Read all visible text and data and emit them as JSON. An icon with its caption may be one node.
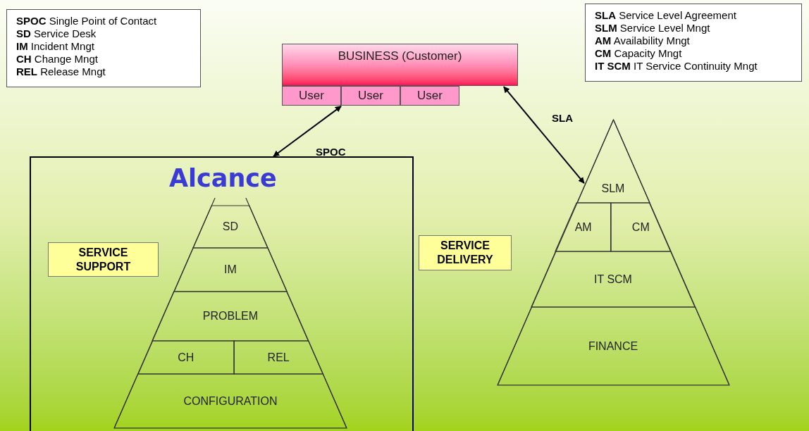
{
  "diagram": {
    "nodes": [
      {
        "text": [
          "**SPOC** Single Point of Contact",
          "**SD** Service Desk",
          "**IM** Incident Mngt",
          "**CH** Change Mngt",
          "**REL** Release Mngt"
        ]
      },
      {
        "text": [
          "**SLA** Service Level Agreement",
          "**SLM** Service Level Mngt",
          "**AM** Availability Mngt",
          "**CM** Capacity Mngt",
          "**IT SCM** IT Service Continuity Mngt"
        ]
      },
      {
        "text": [
          "BUSINESS (Customer)"
        ]
      },
      {
        "text": [
          "User"
        ]
      },
      {
        "text": [
          "User"
        ]
      },
      {
        "text": [
          "User"
        ]
      },
      {
        "text": [
          "Alcance"
        ]
      },
      {
        "text": [
          "SERVICE SUPPORT"
        ],
        "in": 6
      },
      {
        "text": [],
        "shape": "triangle",
        "in": 6
      },
      {
        "text": [
          "SD"
        ],
        "in": 8
      },
      {
        "text": [
          "IM"
        ],
        "in": 8
      },
      {
        "text": [
          "PROBLEM"
        ],
        "in": 8
      },
      {
        "text": [
          "CH"
        ],
        "in": 8
      },
      {
        "text": [
          "REL"
        ],
        "in": 8
      },
      {
        "text": [
          "CONFIGURATION"
        ],
        "in": 8
      },
      {
        "text": [
          "SERVICE DELIVERY"
        ]
      },
      {
        "text": [],
        "shape": "triangle"
      },
      {
        "text": [
          "SLM"
        ],
        "in": 16
      },
      {
        "text": [
          "AM"
        ],
        "in": 16
      },
      {
        "text": [
          "CM"
        ],
        "in": 16
      },
      {
        "text": [
          "IT SCM"
        ],
        "in": 16
      },
      {
        "text": [
          "FINANCE"
        ],
        "in": 16
      }
    ],
    "edges": [
      {
        "from": 3,
        "to": 6,
        "arrow": "both",
        "label": "SPOC"
      },
      {
        "from": 2,
        "to": 16,
        "arrow": "both",
        "label": "SLA"
      }
    ]
  }
}
